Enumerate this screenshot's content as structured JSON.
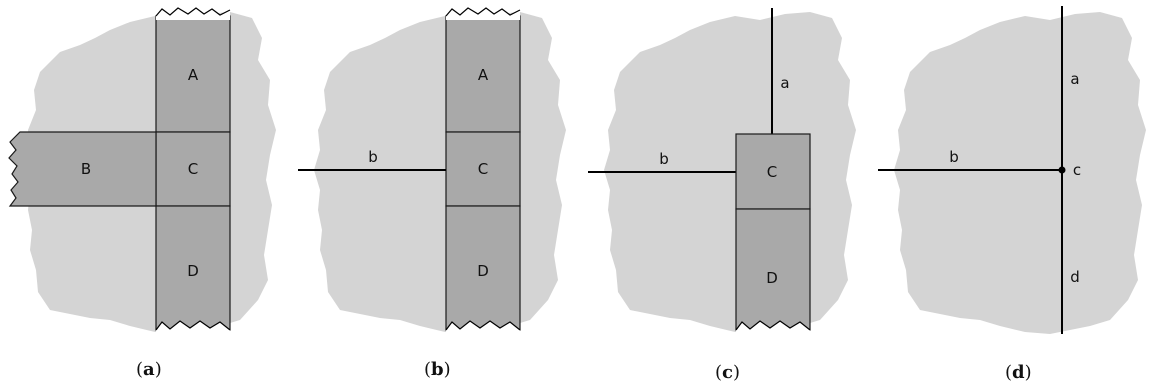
{
  "panels": [
    {
      "caption_letter": "a",
      "labels": {
        "A": "A",
        "B": "B",
        "C": "C",
        "D": "D"
      }
    },
    {
      "caption_letter": "b",
      "labels": {
        "A": "A",
        "b": "b",
        "C": "C",
        "D": "D"
      }
    },
    {
      "caption_letter": "c",
      "labels": {
        "a": "a",
        "b": "b",
        "C": "C",
        "D": "D"
      }
    },
    {
      "caption_letter": "d",
      "labels": {
        "a": "a",
        "b": "b",
        "c": "c",
        "d": "d"
      }
    }
  ],
  "caption_paren_open": "(",
  "caption_paren_close": ")"
}
